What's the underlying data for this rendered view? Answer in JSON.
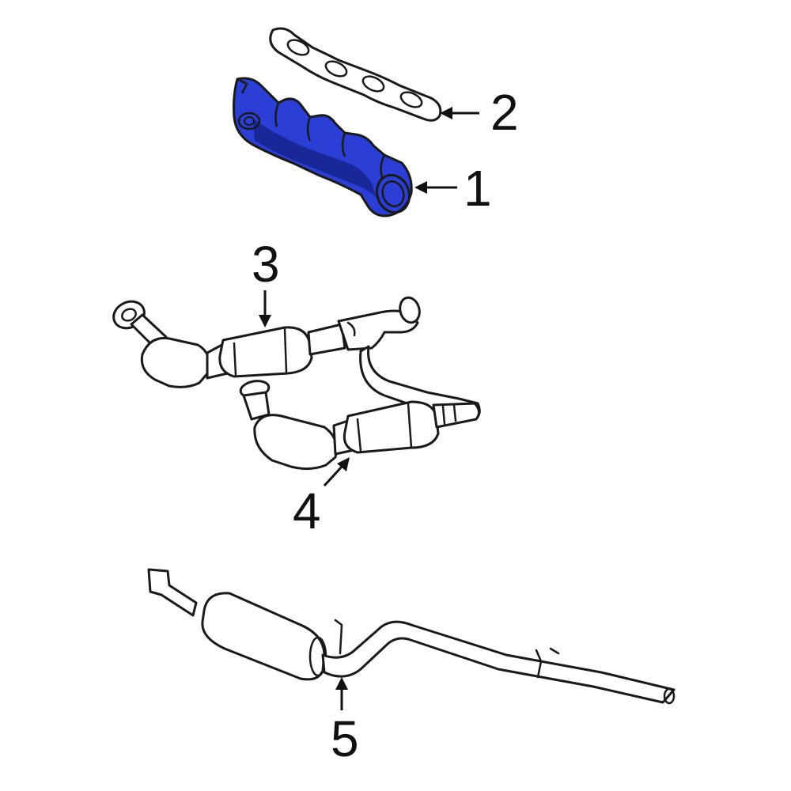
{
  "colors": {
    "highlight": "#2b3fd6",
    "highlight_dark": "#1a2798",
    "line": "#1a1a1a",
    "background": "#ffffff"
  },
  "callouts": [
    {
      "number": "1",
      "part": "exhaust-manifold",
      "highlighted": true
    },
    {
      "number": "2",
      "part": "manifold-gasket",
      "highlighted": false
    },
    {
      "number": "3",
      "part": "front-catalytic-converter-pipe",
      "highlighted": false
    },
    {
      "number": "4",
      "part": "rear-catalytic-converter-pipe",
      "highlighted": false
    },
    {
      "number": "5",
      "part": "muffler-and-tailpipe",
      "highlighted": false
    }
  ]
}
